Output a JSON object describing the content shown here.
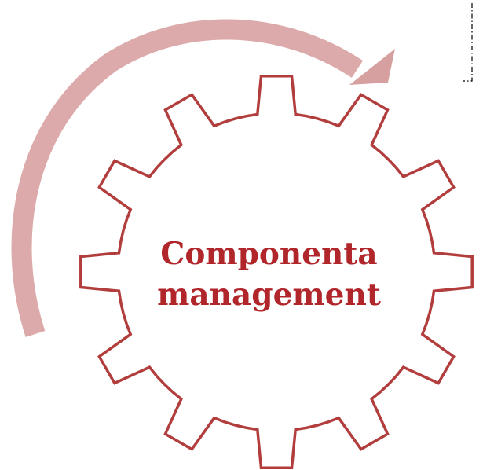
{
  "diagram": {
    "gear_label": {
      "line1": "Componenta",
      "line2": "management"
    },
    "gear": {
      "teeth": 12,
      "stroke_color": "#b23d3d",
      "fill_color": "#ffffff"
    },
    "cycle_arrow": {
      "color": "#dba8a8",
      "direction": "clockwise"
    },
    "dashed_box": {
      "border_color": "#000000",
      "style": "dash-dot"
    }
  }
}
